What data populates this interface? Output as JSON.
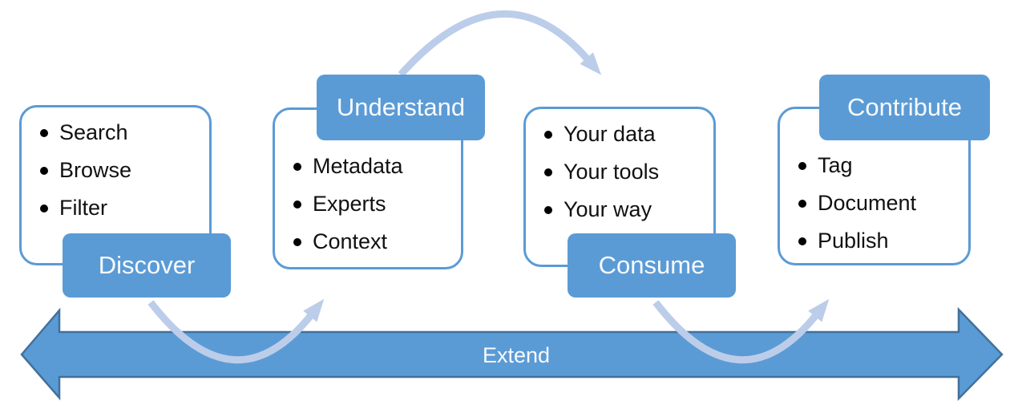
{
  "stages": [
    {
      "label": "Discover",
      "label_position": "bottom",
      "items": [
        "Search",
        "Browse",
        "Filter"
      ]
    },
    {
      "label": "Understand",
      "label_position": "top",
      "items": [
        "Metadata",
        "Experts",
        "Context"
      ]
    },
    {
      "label": "Consume",
      "label_position": "bottom",
      "items": [
        "Your data",
        "Your tools",
        "Your way"
      ]
    },
    {
      "label": "Contribute",
      "label_position": "top",
      "items": [
        "Tag",
        "Document",
        "Publish"
      ]
    }
  ],
  "extend": {
    "label": "Extend"
  },
  "colors": {
    "accent_blue": "#5B9BD5",
    "arrow_outline": "#41719C",
    "flow_arc_blue": "#BCCDEA",
    "label_text": "#F7FAFD",
    "bullet_text": "#111111",
    "background": "#FFFFFF"
  }
}
